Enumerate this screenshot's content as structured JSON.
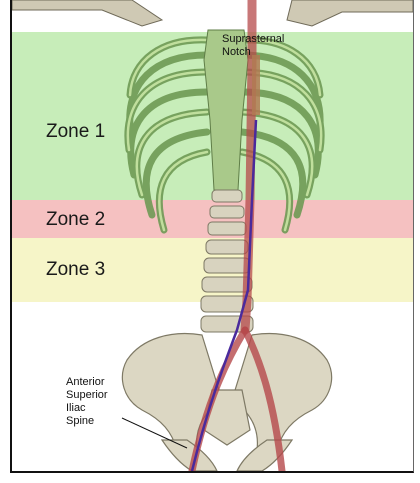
{
  "zones": [
    {
      "label": "Zone 1",
      "color": "#b9e8a8"
    },
    {
      "label": "Zone 2",
      "color": "#f3b6b6"
    },
    {
      "label": "Zone 3",
      "color": "#f5f4c2"
    }
  ],
  "annotations": {
    "notch": [
      "Suprasternal",
      "Notch"
    ],
    "iliac": [
      "Anterior",
      "Superior",
      "Iliac",
      "Spine"
    ]
  },
  "colors": {
    "bone": "#ddd8c6",
    "bone_shade": "#8e8a78",
    "artery": "#b5494b",
    "catheter": "#4a2a9c",
    "frame": "#111111"
  }
}
